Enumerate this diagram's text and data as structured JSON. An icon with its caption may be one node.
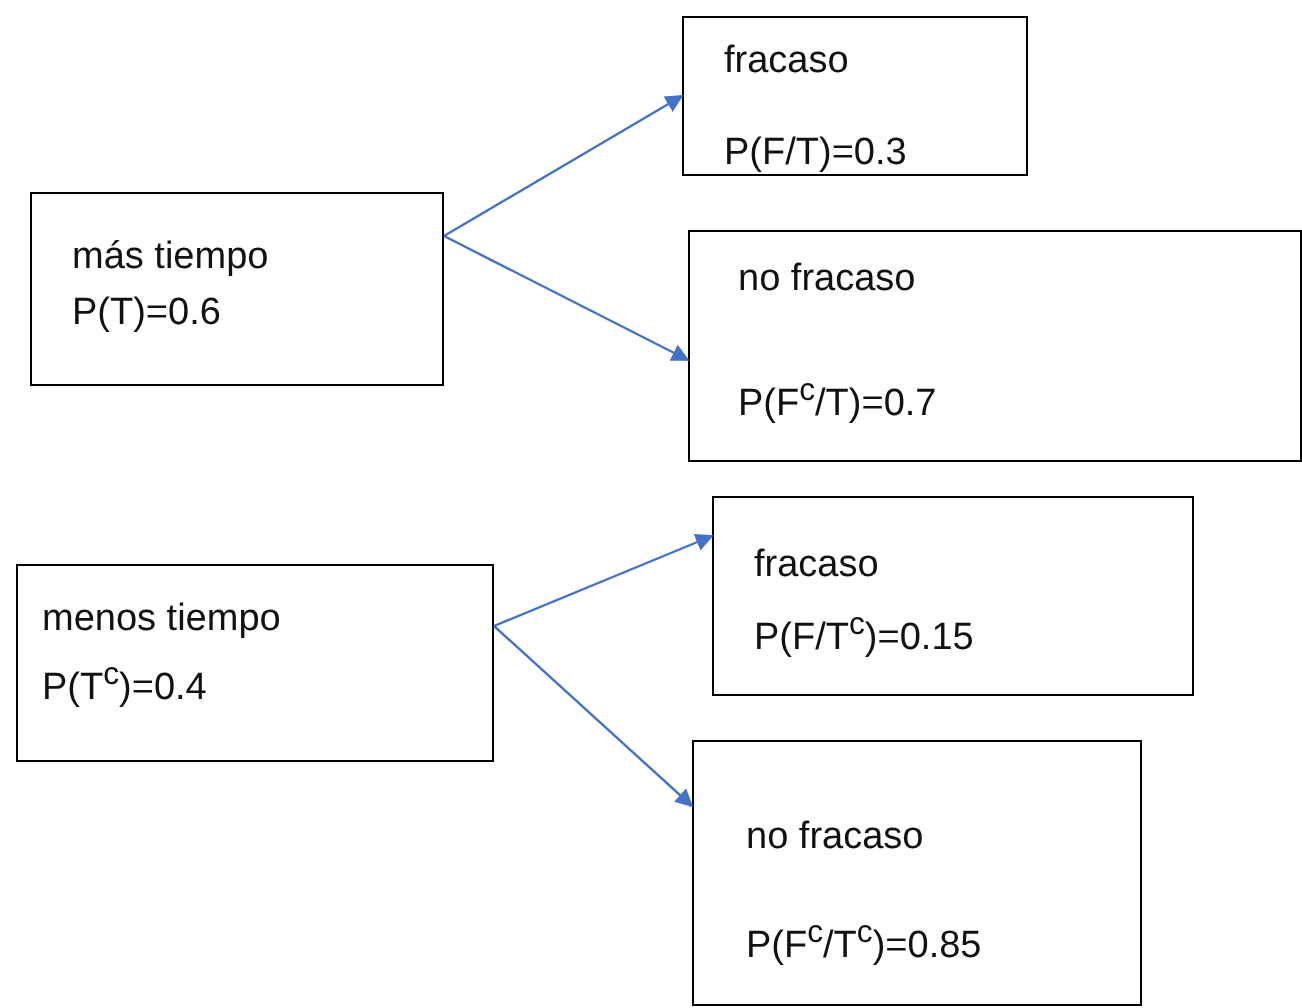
{
  "diagram": {
    "nodes": [
      {
        "text": [
          "más tiempo",
          "P(T)=0.6"
        ]
      },
      {
        "text": [
          "fracaso",
          "P(F/T)=0.3"
        ]
      },
      {
        "text": [
          "no fracaso",
          "P(F$^{c}$/T)=0.7"
        ]
      },
      {
        "text": [
          "menos tiempo",
          "P(T$^{c}$)=0.4"
        ]
      },
      {
        "text": [
          "fracaso",
          "P(F/T$^{c}$)=0.15"
        ]
      },
      {
        "text": [
          "no fracaso",
          "P(F$^{c}$/T$^{c}$)=0.85"
        ]
      }
    ],
    "edges": [
      {
        "from": 0,
        "to": 1,
        "arrow": "to"
      },
      {
        "from": 0,
        "to": 2,
        "arrow": "to"
      },
      {
        "from": 3,
        "to": 4,
        "arrow": "to"
      },
      {
        "from": 3,
        "to": 5,
        "arrow": "to"
      }
    ]
  }
}
